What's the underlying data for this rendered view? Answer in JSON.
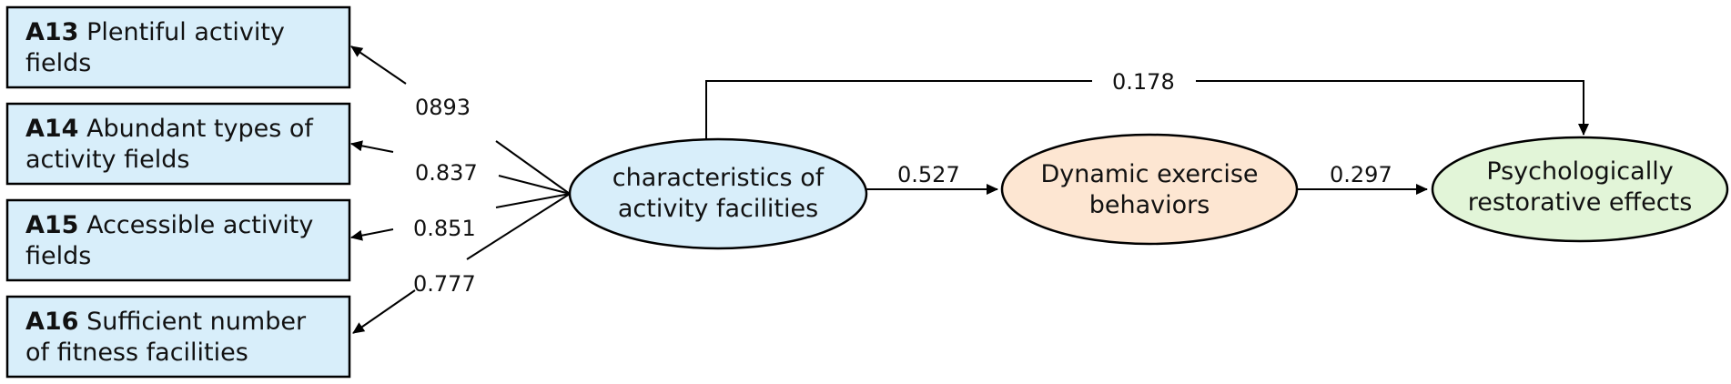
{
  "indicators": [
    {
      "code": "A13",
      "line1": "Plentiful activity",
      "line2": "fields",
      "loading": "0893"
    },
    {
      "code": "A14",
      "line1": "Abundant types of",
      "line2": "activity fields",
      "loading": "0.837"
    },
    {
      "code": "A15",
      "line1": "Accessible activity",
      "line2": "fields",
      "loading": "0.851"
    },
    {
      "code": "A16",
      "line1": "Sufficient number",
      "line2": "of fitness facilities",
      "loading": "0.777"
    }
  ],
  "nodes": {
    "facilities": {
      "line1": "characteristics of",
      "line2": "activity facilities",
      "fill": "#d8eefa"
    },
    "exercise": {
      "line1": "Dynamic exercise",
      "line2": "behaviors",
      "fill": "#fde6d2"
    },
    "restorative": {
      "line1": "Psychologically",
      "line2": "restorative effects",
      "fill": "#e2f5d8"
    }
  },
  "paths": {
    "facilities_to_exercise": "0.527",
    "exercise_to_restorative": "0.297",
    "facilities_to_restorative": "0.178"
  },
  "colors": {
    "indicator_fill": "#d8eefa",
    "stroke": "#000000"
  }
}
